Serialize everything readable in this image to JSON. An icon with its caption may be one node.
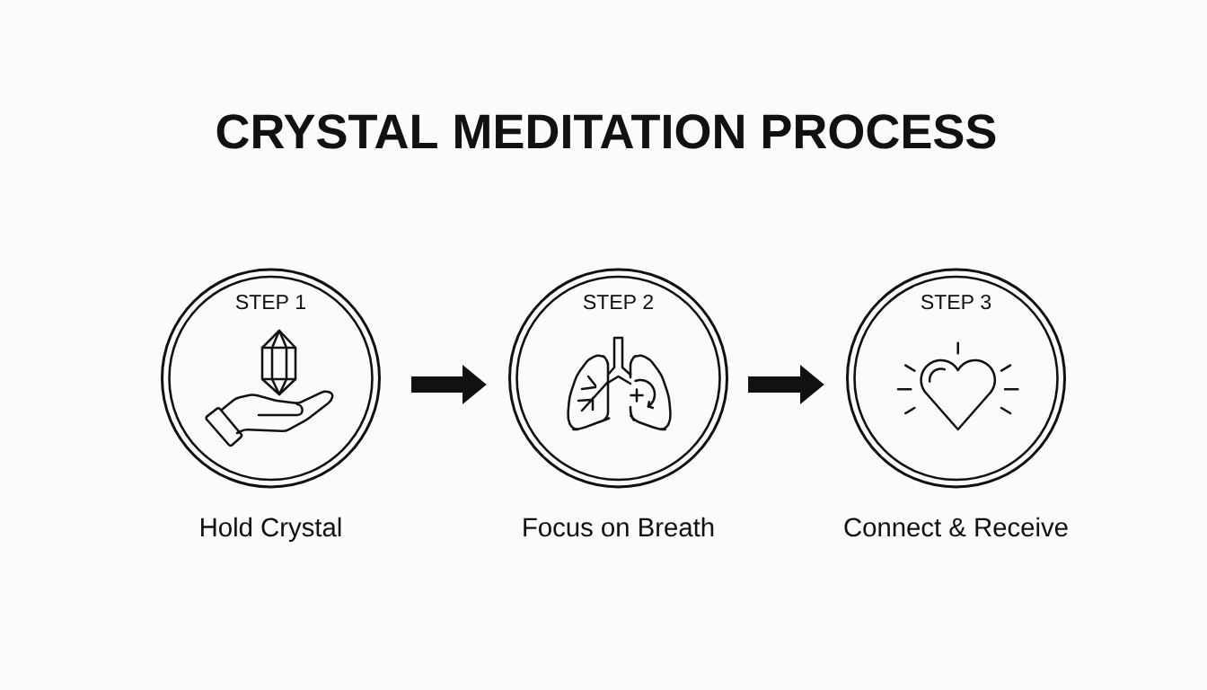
{
  "diagram": {
    "title": "CRYSTAL MEDITATION PROCESS",
    "nodes": [
      {
        "text": [
          "STEP 1"
        ],
        "beside": [
          "Hold Crystal"
        ]
      },
      {
        "text": [
          "STEP 2"
        ],
        "beside": [
          "Focus on Breath"
        ]
      },
      {
        "text": [
          "STEP 3"
        ],
        "beside": [
          "Connect & Receive"
        ]
      }
    ],
    "edges": [
      {
        "from": 0,
        "to": 1,
        "arrow": "to"
      },
      {
        "from": 1,
        "to": 2,
        "arrow": "to"
      }
    ]
  }
}
